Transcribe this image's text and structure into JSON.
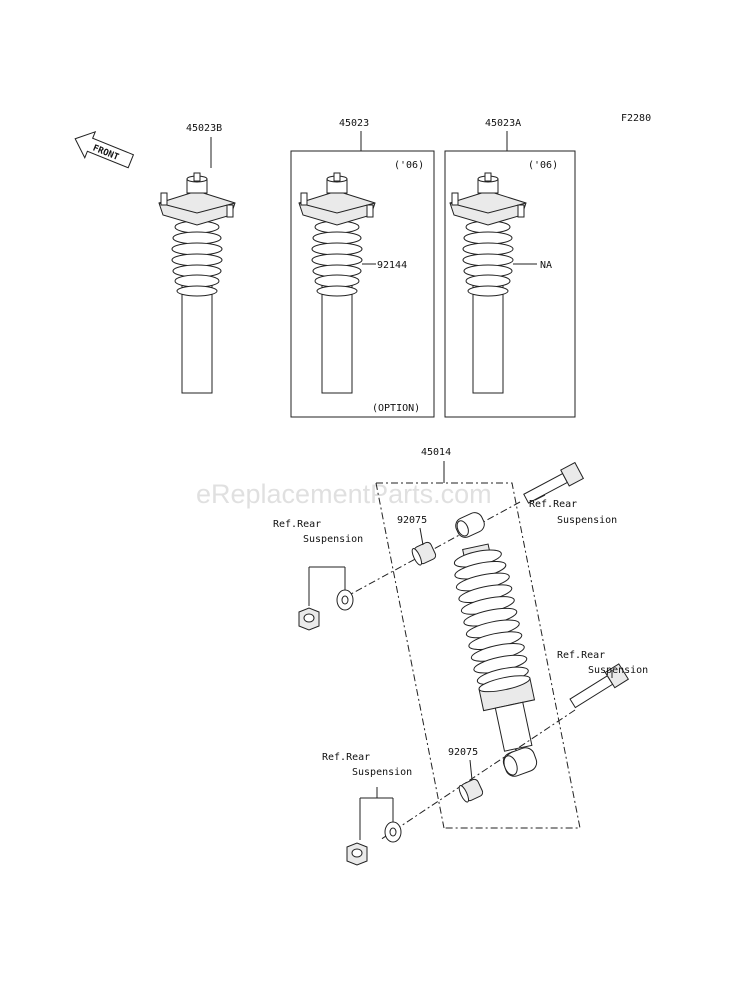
{
  "diagram_code": "F2280",
  "front_label": "FRONT",
  "watermark": "eReplacementParts.com",
  "assemblies": {
    "left": {
      "part_no": "45023B"
    },
    "middle": {
      "part_no": "45023",
      "year": "('06)",
      "spring_part": "92144",
      "note": "(OPTION)"
    },
    "right": {
      "part_no": "45023A",
      "year": "('06)",
      "spring_part": "NA"
    }
  },
  "shock": {
    "part_no": "45014",
    "bushing_upper": "92075",
    "bushing_lower": "92075",
    "ref_upper_right_1": "Ref.Rear",
    "ref_upper_right_2": "Suspension",
    "ref_upper_left_1": "Ref.Rear",
    "ref_upper_left_2": "Suspension",
    "ref_lower_right_1": "Ref.Rear",
    "ref_lower_right_2": "Suspension",
    "ref_lower_left_1": "Ref.Rear",
    "ref_lower_left_2": "Suspension"
  }
}
